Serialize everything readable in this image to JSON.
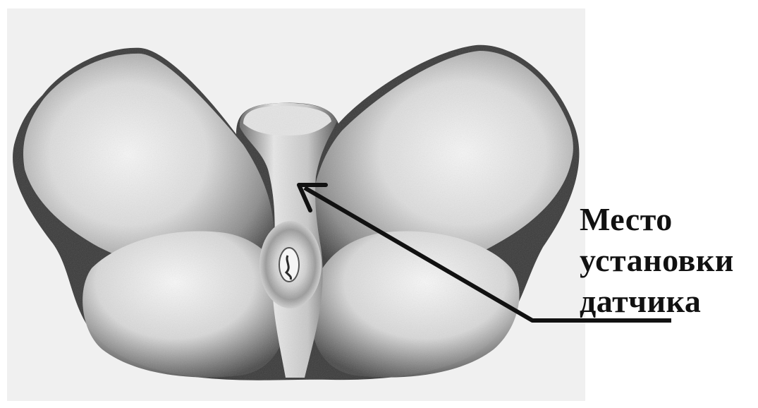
{
  "figure": {
    "subject": "anatomical illustration (posterior view, perineal region) with sensor placement callout",
    "colors": {
      "background": "#ffffff",
      "panel": "#f0f0f0",
      "shading_dark": "#2a2a2a",
      "shading_mid": "#8a8a8a",
      "highlight": "#f4f4f4",
      "ink": "#111111"
    }
  },
  "callout": {
    "lines": [
      "Место",
      "установки",
      "датчика"
    ],
    "arrow_icon": "arrow-pointer"
  }
}
